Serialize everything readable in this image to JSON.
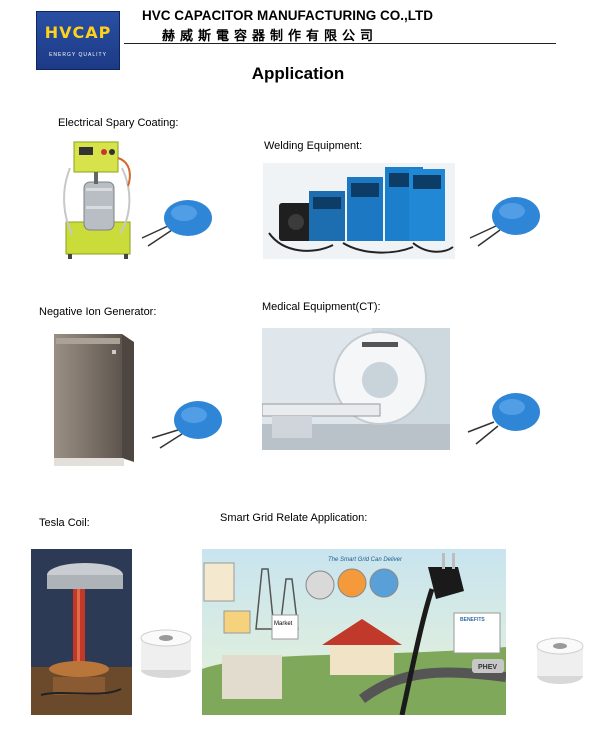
{
  "header": {
    "logo_text": "HVCAP",
    "logo_tagline": "ENERGY QUALITY",
    "company_name_en": "HVC CAPACITOR MANUFACTURING CO.,LTD",
    "company_name_cn": "赫威斯電容器制作有限公司"
  },
  "page_title": "Application",
  "applications": [
    {
      "label": "Electrical Spary Coating:"
    },
    {
      "label": "Welding Equipment:"
    },
    {
      "label": "Negative Ion Generator:"
    },
    {
      "label": "Medical Equipment(CT):"
    },
    {
      "label": "Tesla Coil:"
    },
    {
      "label": "Smart Grid Relate Application:"
    }
  ],
  "smart_grid_banner": "The Smart Grid Can Deliver",
  "smart_grid_box": "BENEFITS",
  "smart_grid_market": "Market",
  "smart_grid_phev": "PHEV",
  "colors": {
    "logo_blue": "#1c3a86",
    "logo_gold": "#ffd11a",
    "capacitor_blue": "#2f86d6",
    "capacitor_white": "#efefef"
  },
  "icons": [
    "blue-disc-capacitor-icon",
    "white-doorknob-capacitor-icon"
  ]
}
